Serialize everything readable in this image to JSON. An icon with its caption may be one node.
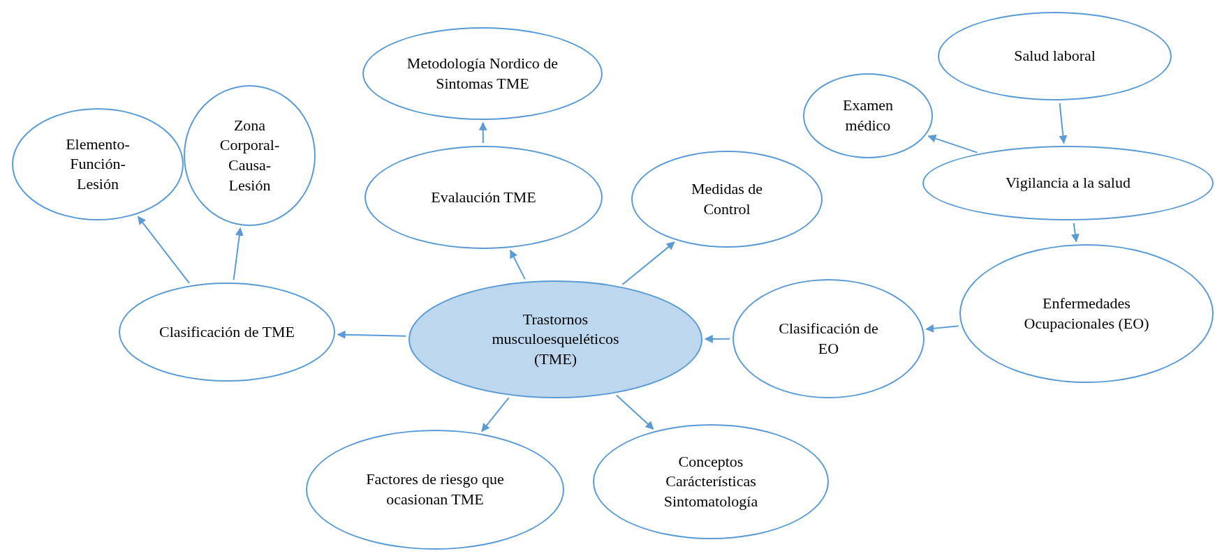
{
  "diagram": {
    "nodes": [
      {
        "text": [
          "Metodología Nordico de Sintomas TME"
        ]
      },
      {
        "text": [
          "Salud laboral"
        ]
      },
      {
        "text": [
          "Examen médico"
        ]
      },
      {
        "text": [
          "Elemento-Función-Lesión"
        ]
      },
      {
        "text": [
          "Zona Corporal-Causa-Lesión"
        ]
      },
      {
        "text": [
          "Evalaución TME"
        ]
      },
      {
        "text": [
          "Medidas de Control"
        ]
      },
      {
        "text": [
          "Vigilancia a la salud"
        ]
      },
      {
        "text": [
          "Clasificación de TME"
        ]
      },
      {
        "text": [
          "Trastornos musculoesqueléticos (TME)"
        ]
      },
      {
        "text": [
          "Clasificación de EO"
        ]
      },
      {
        "text": [
          "Enfermedades Ocupacionales (EO)"
        ]
      },
      {
        "text": [
          "Factores de riesgo que ocasionan TME"
        ]
      },
      {
        "text": [
          "Conceptos Carácterísticas Sintomatología"
        ]
      }
    ],
    "edges": [
      {
        "from": 9,
        "to": 8,
        "arrow": "to"
      },
      {
        "from": 9,
        "to": 5,
        "arrow": "to"
      },
      {
        "from": 5,
        "to": 0,
        "arrow": "to"
      },
      {
        "from": 9,
        "to": 6,
        "arrow": "to"
      },
      {
        "from": 9,
        "to": 12,
        "arrow": "to"
      },
      {
        "from": 9,
        "to": 13,
        "arrow": "to"
      },
      {
        "from": 8,
        "to": 3,
        "arrow": "to"
      },
      {
        "from": 8,
        "to": 4,
        "arrow": "to"
      },
      {
        "from": 10,
        "to": 9,
        "arrow": "to"
      },
      {
        "from": 11,
        "to": 10,
        "arrow": "to"
      },
      {
        "from": 1,
        "to": 7,
        "arrow": "to"
      },
      {
        "from": 7,
        "to": 11,
        "arrow": "to"
      },
      {
        "from": 7,
        "to": 2,
        "arrow": "to"
      }
    ]
  }
}
